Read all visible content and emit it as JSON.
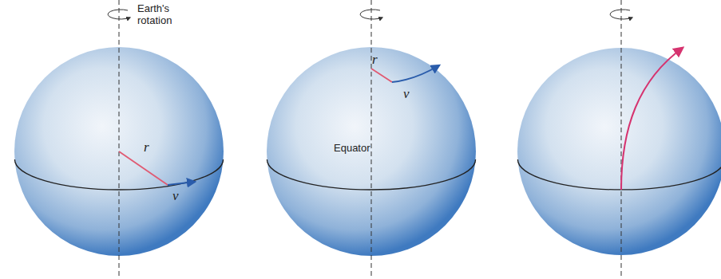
{
  "diagram": {
    "labels": [
      "Earth's rotation",
      "r",
      "v",
      "r",
      "v",
      "Equator"
    ]
  }
}
